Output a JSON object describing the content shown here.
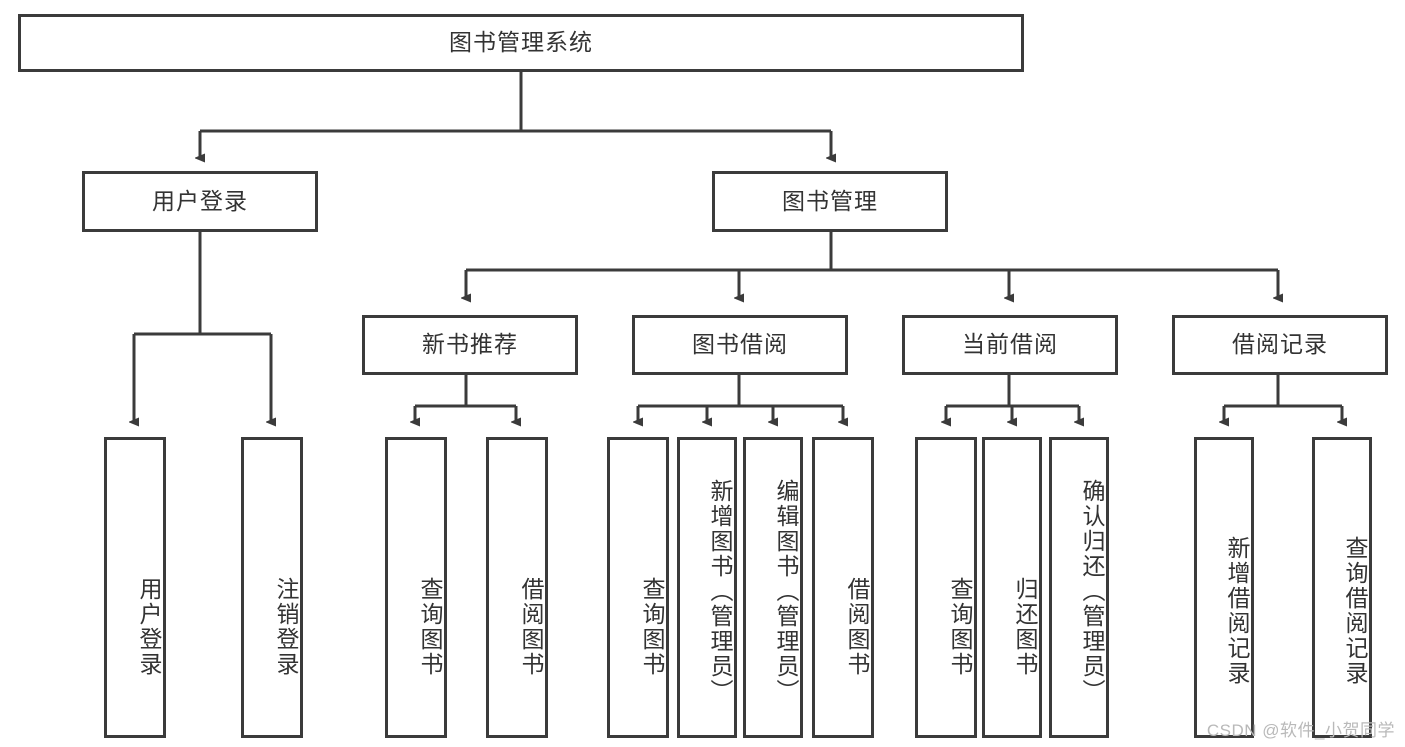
{
  "diagram": {
    "title": "图书管理系统",
    "type": "tree-hierarchy-chart",
    "watermark": "CSDN @软件_小贺同学",
    "colors": {
      "background": "#ffffff",
      "box_border": "#3b3b3b",
      "box_fill": "#ffffff",
      "text": "#333333",
      "edge": "#3b3b3b",
      "watermark": "#b9b9b9"
    }
  },
  "nodes": {
    "root": {
      "label": "图书管理系统"
    },
    "level1": [
      {
        "label": "用户登录"
      },
      {
        "label": "图书管理"
      }
    ],
    "level2": [
      {
        "label": "新书推荐"
      },
      {
        "label": "图书借阅"
      },
      {
        "label": "当前借阅"
      },
      {
        "label": "借阅记录"
      }
    ],
    "leaves": {
      "user_login": [
        {
          "label": "用户登录"
        },
        {
          "label": "注销登录"
        }
      ],
      "new_book_recommend": [
        {
          "label": "查询图书"
        },
        {
          "label": "借阅图书"
        }
      ],
      "book_borrow": [
        {
          "label": "查询图书"
        },
        {
          "label": "新增图书（管理员）"
        },
        {
          "label": "编辑图书（管理员）"
        },
        {
          "label": "借阅图书"
        }
      ],
      "current_borrow": [
        {
          "label": "查询图书"
        },
        {
          "label": "归还图书"
        },
        {
          "label": "确认归还（管理员）"
        }
      ],
      "borrow_record": [
        {
          "label": "新增借阅记录"
        },
        {
          "label": "查询借阅记录"
        }
      ]
    }
  }
}
